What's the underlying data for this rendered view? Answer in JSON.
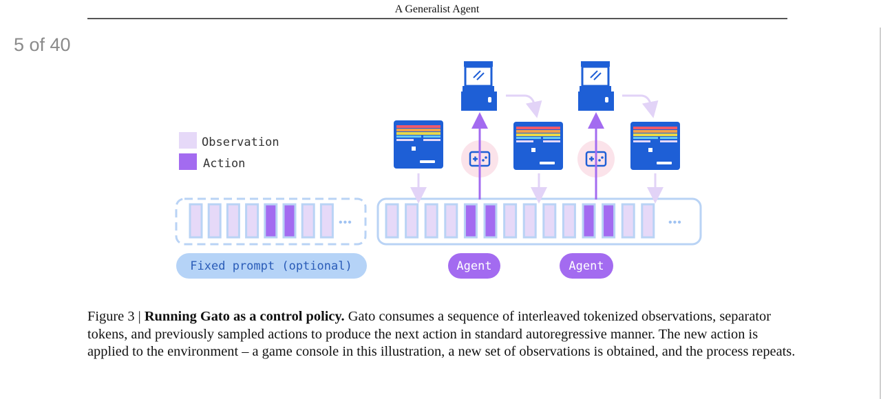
{
  "header": {
    "running_title": "A Generalist Agent"
  },
  "page_counter": "5 of 40",
  "figure": {
    "legend": {
      "observation": "Observation",
      "action": "Action"
    },
    "fixed_prompt_label": "Fixed prompt (optional)",
    "agent_label": "Agent",
    "ellipsis": "•••",
    "fixed_prompt_tokens": [
      "observation",
      "observation",
      "observation",
      "observation",
      "action",
      "action",
      "observation",
      "observation"
    ],
    "sequence_tokens": [
      "observation",
      "observation",
      "observation",
      "observation",
      "action",
      "action",
      "observation",
      "observation",
      "observation",
      "observation",
      "action",
      "action",
      "observation",
      "observation"
    ],
    "icons": [
      "arcade-console-icon",
      "game-screen-icon",
      "gamepad-icon"
    ],
    "colors": {
      "observation": "#e6d9f8",
      "action": "#a36bf0",
      "sequence_border": "#b9d3f5",
      "console_blue": "#1e5fd6",
      "prompt_pill": "#b5d3f7",
      "agent_pill": "#a36bf0",
      "gamepad_bg": "#fbe3ea"
    }
  },
  "caption": {
    "prefix": "Figure 3 | ",
    "title": "Running Gato as a control policy.",
    "body": " Gato consumes a sequence of interleaved tokenized observations, separator tokens, and previously sampled actions to produce the next action in standard autoregressive manner. The new action is applied to the environment – a game console in this illustration, a new set of observations is obtained, and the process repeats."
  }
}
